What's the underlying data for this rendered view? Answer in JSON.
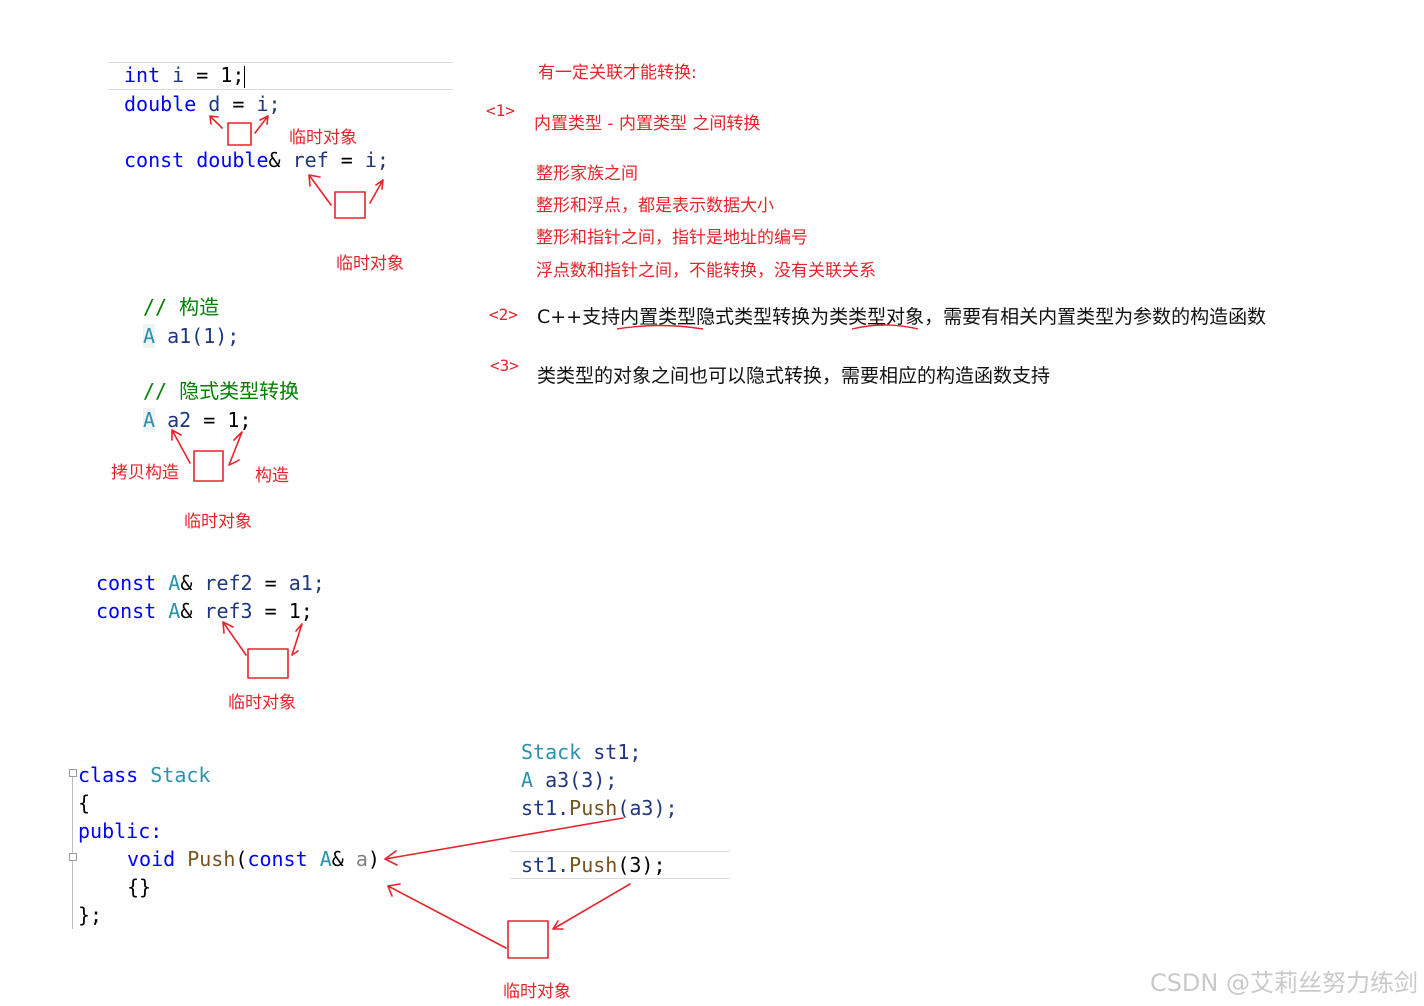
{
  "code_block_1": {
    "line1": [
      "int",
      "i",
      "=",
      "1;"
    ],
    "line2": [
      "double",
      "d",
      "=",
      "i;"
    ],
    "line3": [
      "const",
      "double",
      "&",
      "ref",
      "=",
      "i;"
    ]
  },
  "code_block_2": {
    "comment1_slashes": "//",
    "comment1_text": "构造",
    "line_a1_type": "A",
    "line_a1_rest": "a1(1);",
    "comment2_slashes": "//",
    "comment2_text": "隐式类型转换",
    "line_a2_type": "A",
    "line_a2_var": "a2",
    "line_a2_rest": "= 1;"
  },
  "code_block_3": {
    "l1_kw": "const",
    "l1_type": "A",
    "l1_amp": "&",
    "l1_var": "ref2",
    "l1_rest": "=",
    "l1_val": "a1;",
    "l2_kw": "const",
    "l2_type": "A",
    "l2_amp": "&",
    "l2_var": "ref3",
    "l2_rest": "=",
    "l2_val": "1;"
  },
  "code_block_4": {
    "class_kw": "class",
    "class_name": "Stack",
    "open_brace": "{",
    "public_kw": "public:",
    "void_kw": "void",
    "push_fn": "Push",
    "param_kw": "const",
    "param_type": "A",
    "param_amp": "&",
    "param_name": "a",
    "paren_close": ")",
    "body": "{}",
    "close": "};"
  },
  "code_block_5": {
    "l1_type": "Stack",
    "l1_var": "st1;",
    "l2_type": "A",
    "l2_var": "a3(3);",
    "l3_obj": "st1.",
    "l3_fn": "Push",
    "l3_args": "(a3);",
    "l4_obj": "st1.",
    "l4_fn": "Push",
    "l4_args": "(3);"
  },
  "annotations": {
    "temp_object": "临时对象",
    "copy_construct": "拷贝构造",
    "construct": "构造"
  },
  "notes": {
    "header": "有一定关联才能转换:",
    "n1_tag": "<1>",
    "n1_text": "内置类型 - 内置类型  之间转换",
    "sub1": "整形家族之间",
    "sub2": "整形和浮点，都是表示数据大小",
    "sub3": "整形和指针之间，指针是地址的编号",
    "sub4": "浮点数和指针之间，不能转换，没有关联关系",
    "n2_tag": "<2>",
    "n2_text_a": "C++支持",
    "n2_text_b": "内置类型",
    "n2_text_c": "隐式类型转换为",
    "n2_text_d": "类类型",
    "n2_text_e": "对象，需要有相关内置类型为参数的构造函数",
    "n3_tag": "<3>",
    "n3_text": "类类型的对象之间也可以隐式转换，需要相应的构造函数支持"
  },
  "watermark": "CSDN @艾莉丝努力练剑",
  "colors": {
    "keyword": "#0000ff",
    "type": "#2b91af",
    "variable": "#1f377f",
    "function": "#74531f",
    "comment": "#008000",
    "annotation": "#e8232b"
  }
}
